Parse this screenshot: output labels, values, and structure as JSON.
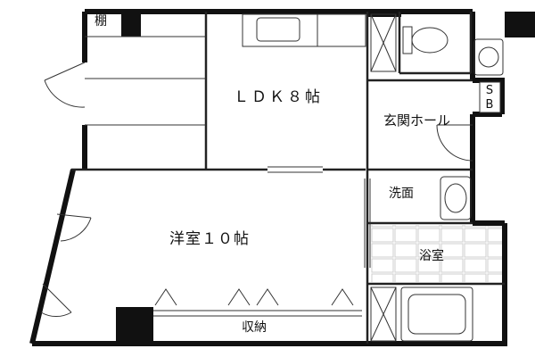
{
  "rooms": {
    "ldk": "ＬＤＫ８帖",
    "western_room": "洋室１０帖",
    "shelf": "棚",
    "entrance_hall": "玄関ホール",
    "washroom": "洗面",
    "bathroom": "浴室",
    "storage": "収納",
    "shoe_box_line1": "S",
    "shoe_box_line2": "B"
  },
  "colors": {
    "wall": "#111111",
    "line": "#222222",
    "tile": "#e6e6e6",
    "background": "#ffffff"
  }
}
